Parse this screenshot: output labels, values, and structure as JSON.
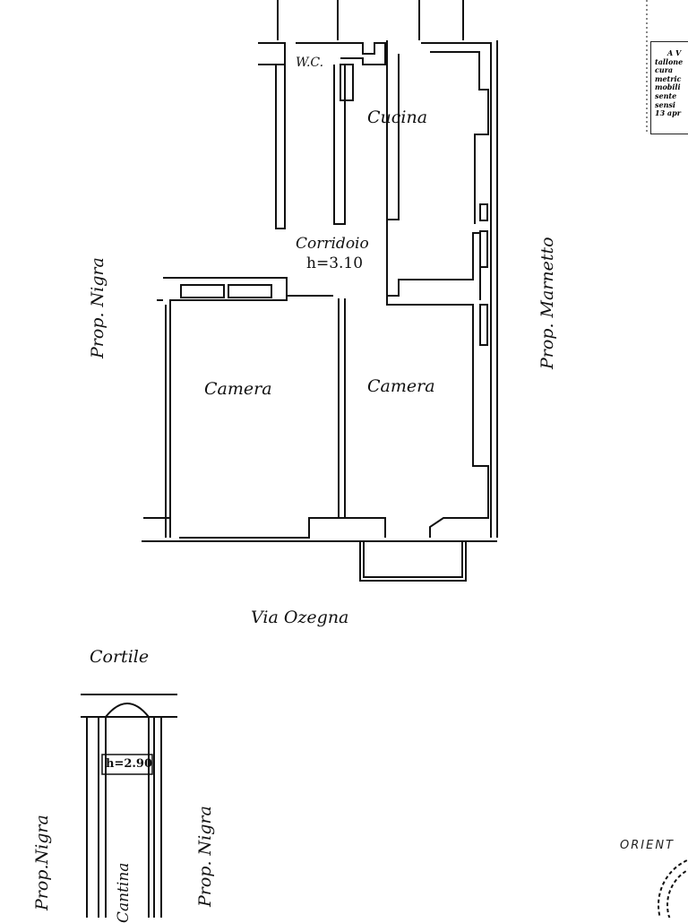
{
  "plan": {
    "rooms": {
      "wc": "W.C.",
      "kitchen": "Cucina",
      "corridor": "Corridoio",
      "corridor_height": "h=3.10",
      "bedroom_left": "Camera",
      "bedroom_right": "Camera"
    },
    "street": "Via Ozegna",
    "neighbor_left": "Prop. Nigra",
    "neighbor_right": "Prop. Marnetto"
  },
  "cellar": {
    "courtyard": "Cortile",
    "height": "h=2.90",
    "room": "Cantina",
    "neighbor_left": "Prop.Nigra",
    "neighbor_right": "Prop. Nigra"
  },
  "notice": {
    "lines": [
      "A V",
      "tallone",
      "cura",
      "metric",
      "mobili",
      "sente",
      "sensi",
      "13 apr"
    ]
  },
  "orientation_label": "ORIENT",
  "colors": {
    "ink": "#111111",
    "paper": "#ffffff"
  }
}
